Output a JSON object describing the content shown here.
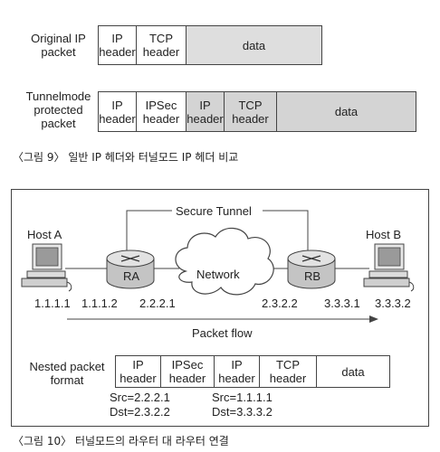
{
  "figure9": {
    "original_label": "Original IP\npacket",
    "original_cells": [
      "IP\nheader",
      "TCP\nheader",
      "data"
    ],
    "tunnel_label": "Tunnelmode\nprotected\npacket",
    "tunnel_cells": [
      "IP\nheader",
      "IPSec\nheader",
      "IP\nheader",
      "TCP\nheader",
      "data"
    ],
    "caption": "〈그림 9〉 일반 IP 헤더와 터널모드 IP 헤더 비교"
  },
  "figure10": {
    "secure_tunnel": "Secure Tunnel",
    "host_a": "Host A",
    "host_b": "Host B",
    "router_a": "RA",
    "router_b": "RB",
    "network": "Network",
    "addr_host_a": "1.1.1.1",
    "addr_ra_left": "1.1.1.2",
    "addr_ra_right": "2.2.2.1",
    "addr_rb_left": "2.3.2.2",
    "addr_rb_right": "3.3.3.1",
    "addr_host_b": "3.3.3.2",
    "packet_flow": "Packet flow",
    "nested_label": "Nested packet\nformat",
    "nested_cells": [
      "IP\nheader",
      "IPSec\nheader",
      "IP\nheader",
      "TCP\nheader",
      "data"
    ],
    "src_outer": "Src=2.2.2.1",
    "dst_outer": "Dst=2.3.2.2",
    "src_inner": "Src=1.1.1.1",
    "dst_inner": "Dst=3.3.3.2",
    "caption": "〈그림 10〉 터널모드의 라우터 대 라우터 연결"
  }
}
